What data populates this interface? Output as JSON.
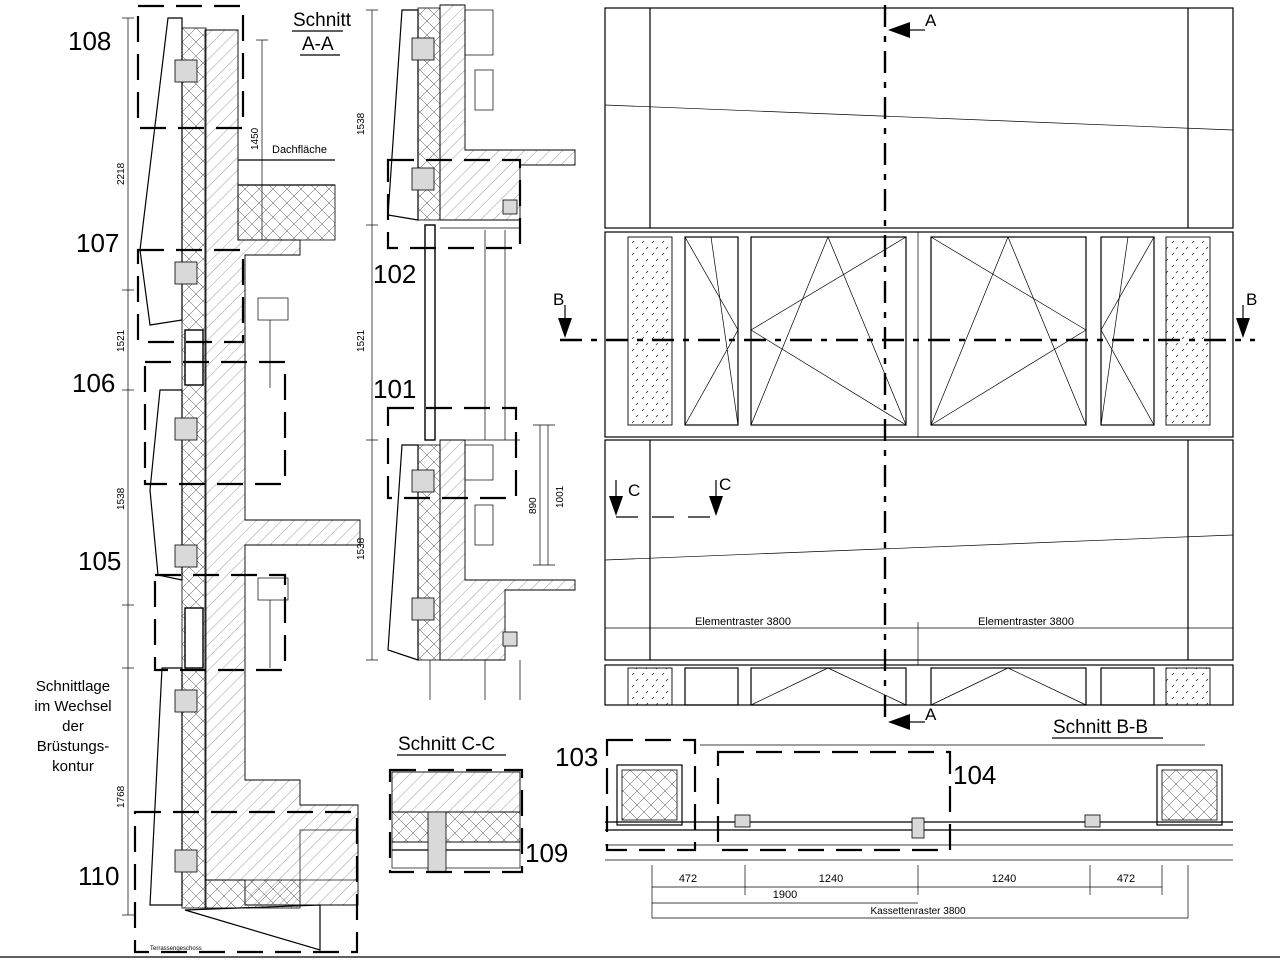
{
  "detail_numbers": {
    "d101": "101",
    "d102": "102",
    "d103": "103",
    "d104": "104",
    "d105": "105",
    "d106": "106",
    "d107": "107",
    "d108": "108",
    "d109": "109",
    "d110": "110"
  },
  "section_titles": {
    "aa_line1": "Schnitt",
    "aa_line2": "A-A",
    "bb": "Schnitt  B-B",
    "cc": "Schnitt  C-C"
  },
  "section_markers": {
    "a": "A",
    "b": "B",
    "c": "C"
  },
  "notes": {
    "line1": "Schnittlage",
    "line2": "im Wechsel",
    "line3": "der",
    "line4": "Brüstungs-",
    "line5": "kontur"
  },
  "labels": {
    "roof": "Dachfläche",
    "terrace": "Terrassengeschoss",
    "element_grid_left": "Elementraster 3800",
    "element_grid_right": "Elementraster 3800",
    "cassette_grid": "Kassettenraster 3800"
  },
  "dimensions": {
    "left_2218": "2218",
    "left_1521": "1521",
    "left_1538": "1538",
    "left_1768": "1768",
    "roof_1450": "1450",
    "mid_1538_top": "1538",
    "mid_1521": "1521",
    "mid_1538_bottom": "1538",
    "mid_890": "890",
    "mid_1001": "1001",
    "bb_472_left": "472",
    "bb_1240_left": "1240",
    "bb_1240_right": "1240",
    "bb_472_right": "472",
    "bb_1900": "1900"
  }
}
